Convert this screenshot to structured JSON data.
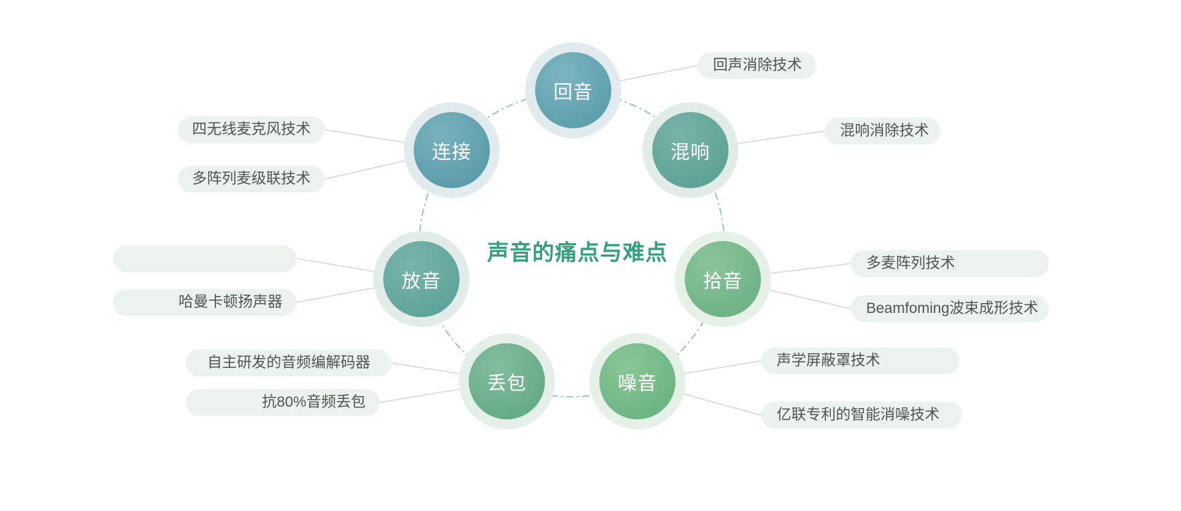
{
  "title": "声音的痛点与难点",
  "palette": {
    "title_text": "#35a080",
    "ring": "#85bfae",
    "connector": "#d4d6d5",
    "pill_bg": "#ecf2ee",
    "pill_text": "#4f5552"
  },
  "nodes": [
    {
      "label": "回音",
      "color": "#5e9fae",
      "halo": "#e1ebee",
      "callouts": [
        "回声消除技术"
      ]
    },
    {
      "label": "混响",
      "color": "#5fa396",
      "halo": "#e1ece9",
      "callouts": [
        "混响消除技术"
      ]
    },
    {
      "label": "拾音",
      "color": "#6fb385",
      "halo": "#e5f0e6",
      "callouts": [
        "多麦阵列技术",
        "Beamfoming波束成形技术"
      ]
    },
    {
      "label": "噪音",
      "color": "#6db583",
      "halo": "#e5f0e6",
      "callouts": [
        "声学屏蔽罩技术",
        "亿联专利的智能消噪技术"
      ]
    },
    {
      "label": "丢包",
      "color": "#66ab88",
      "halo": "#e3efe8",
      "callouts": [
        "自主研发的音频编解码器",
        "抗80%音频丢包"
      ]
    },
    {
      "label": "放音",
      "color": "#5fa49a",
      "halo": "#e1ece9",
      "callouts": [
        "",
        "哈曼卡顿扬声器"
      ]
    },
    {
      "label": "连接",
      "color": "#5c9dab",
      "halo": "#e1ebee",
      "callouts": [
        "四无线麦克风技术",
        "多阵列麦级联技术"
      ]
    }
  ]
}
